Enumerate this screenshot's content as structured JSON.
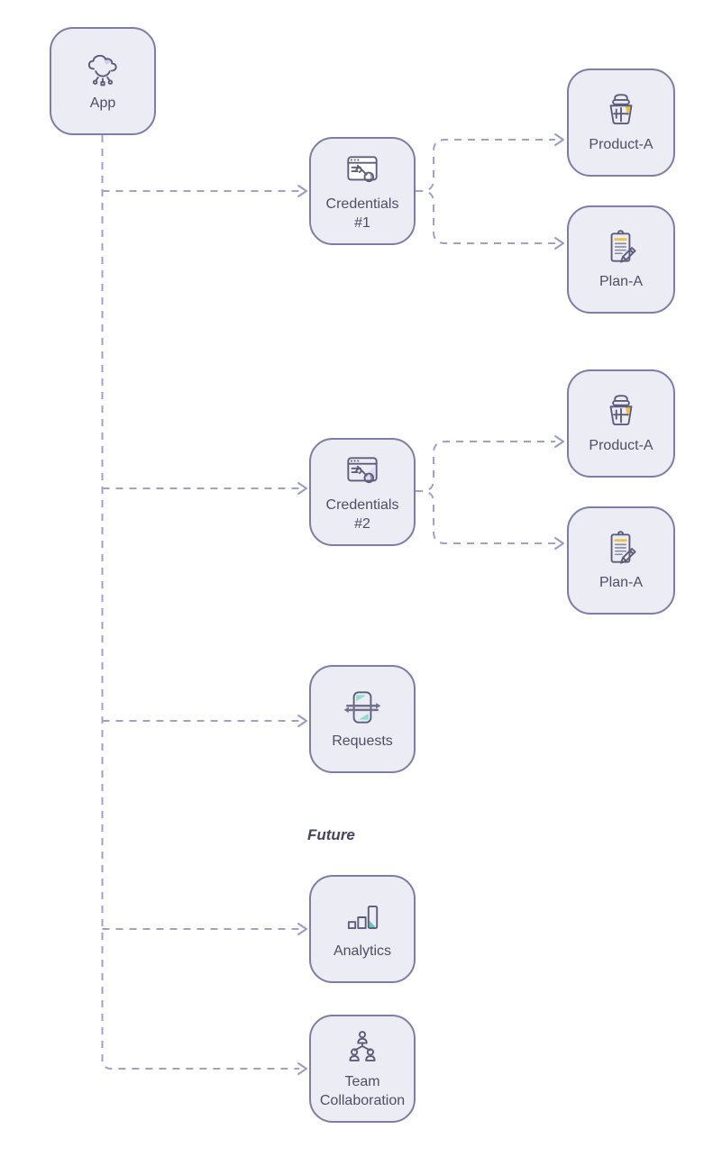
{
  "palette": {
    "background": "#ffffff",
    "node_fill": "#ececf4",
    "node_border": "#7d7da7",
    "label_color": "#4e4e68",
    "connector_color": "#a0a0c8",
    "icon_stroke": "#5c5c7c",
    "accent_yellow": "#eec23f",
    "accent_teal": "#52c9ab",
    "accent_pink": "#ee93a3",
    "accent_light_purple": "#cfcfe9"
  },
  "diagram": {
    "section_label": "Future",
    "nodes": {
      "app": {
        "label": "App",
        "icon": "cloud-app-icon"
      },
      "credentials1": {
        "label": "Credentials #1",
        "icon": "browser-key-icon"
      },
      "product_a1": {
        "label": "Product-A",
        "icon": "product-basket-icon"
      },
      "plan_a1": {
        "label": "Plan-A",
        "icon": "plan-clipboard-icon"
      },
      "credentials2": {
        "label": "Credentials #2",
        "icon": "browser-key-icon"
      },
      "product_a2": {
        "label": "Product-A",
        "icon": "product-basket-icon"
      },
      "plan_a2": {
        "label": "Plan-A",
        "icon": "plan-clipboard-icon"
      },
      "requests": {
        "label": "Requests",
        "icon": "requests-exchange-icon"
      },
      "analytics": {
        "label": "Analytics",
        "icon": "bar-chart-icon"
      },
      "team": {
        "label": "Team Collaboration",
        "icon": "team-people-icon"
      }
    },
    "edges": [
      {
        "from": "app",
        "to": "credentials1",
        "style": "dashed-arrow"
      },
      {
        "from": "app",
        "to": "credentials2",
        "style": "dashed-arrow"
      },
      {
        "from": "app",
        "to": "requests",
        "style": "dashed-arrow"
      },
      {
        "from": "app",
        "to": "analytics",
        "style": "dashed-arrow"
      },
      {
        "from": "app",
        "to": "team",
        "style": "dashed-arrow"
      },
      {
        "from": "credentials1",
        "to": "product_a1",
        "style": "dashed-arrow"
      },
      {
        "from": "credentials1",
        "to": "plan_a1",
        "style": "dashed-arrow"
      },
      {
        "from": "credentials2",
        "to": "product_a2",
        "style": "dashed-arrow"
      },
      {
        "from": "credentials2",
        "to": "plan_a2",
        "style": "dashed-arrow"
      }
    ]
  }
}
